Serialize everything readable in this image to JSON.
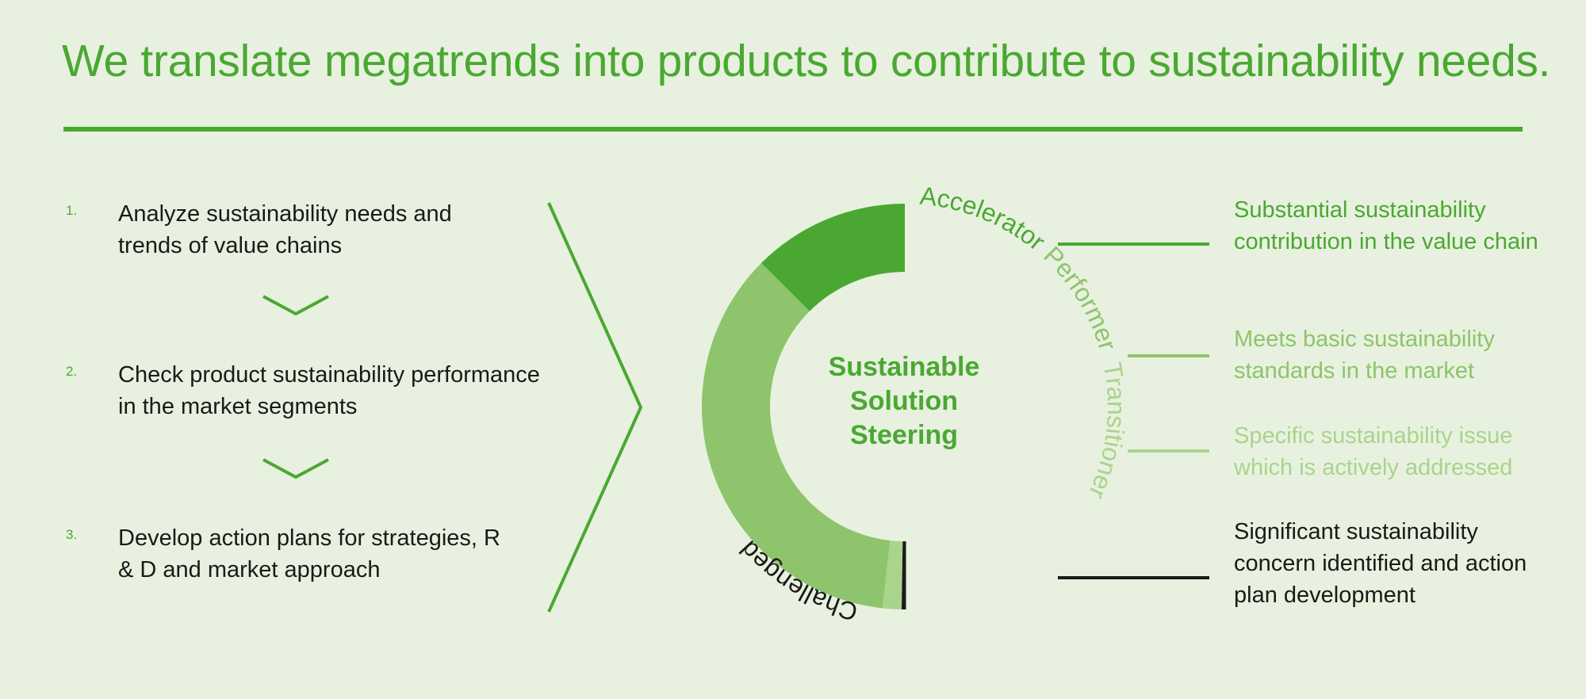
{
  "title": "We translate megatrends into products to contribute to sustainability needs.",
  "steps": [
    {
      "number": "1.",
      "text": "Analyze sustainability needs and trends of value chains"
    },
    {
      "number": "2.",
      "text": "Check product sustainability performance in the market segments"
    },
    {
      "number": "3.",
      "text": "Develop action plans for strategies, R & D and market approach"
    }
  ],
  "center_label": {
    "line1": "Sustainable",
    "line2": "Solution",
    "line3": "Steering"
  },
  "categories": [
    {
      "label": "Accelerator",
      "description": "Substantial sustainability contribution in the value chain",
      "color": "#4aa832"
    },
    {
      "label": "Performer",
      "description": "Meets basic sustainability standards in the market",
      "color": "#8ec46b"
    },
    {
      "label": "Transitioner",
      "description": "Specific sustainability issue which is actively addressed",
      "color": "#a9d48c"
    },
    {
      "label": "Challenged",
      "description": "Significant sustainability concern identified and action plan development",
      "color": "#1a1a1a"
    }
  ],
  "chart_data": {
    "type": "pie",
    "shape": "half-donut",
    "categories": [
      "Accelerator",
      "Performer",
      "Transitioner",
      "Challenged"
    ],
    "values": [
      25,
      71.5,
      3,
      0.5
    ]
  },
  "colors": {
    "accent": "#4aa832",
    "background": "#e8f1df",
    "text_dark": "#1a1a1a"
  }
}
